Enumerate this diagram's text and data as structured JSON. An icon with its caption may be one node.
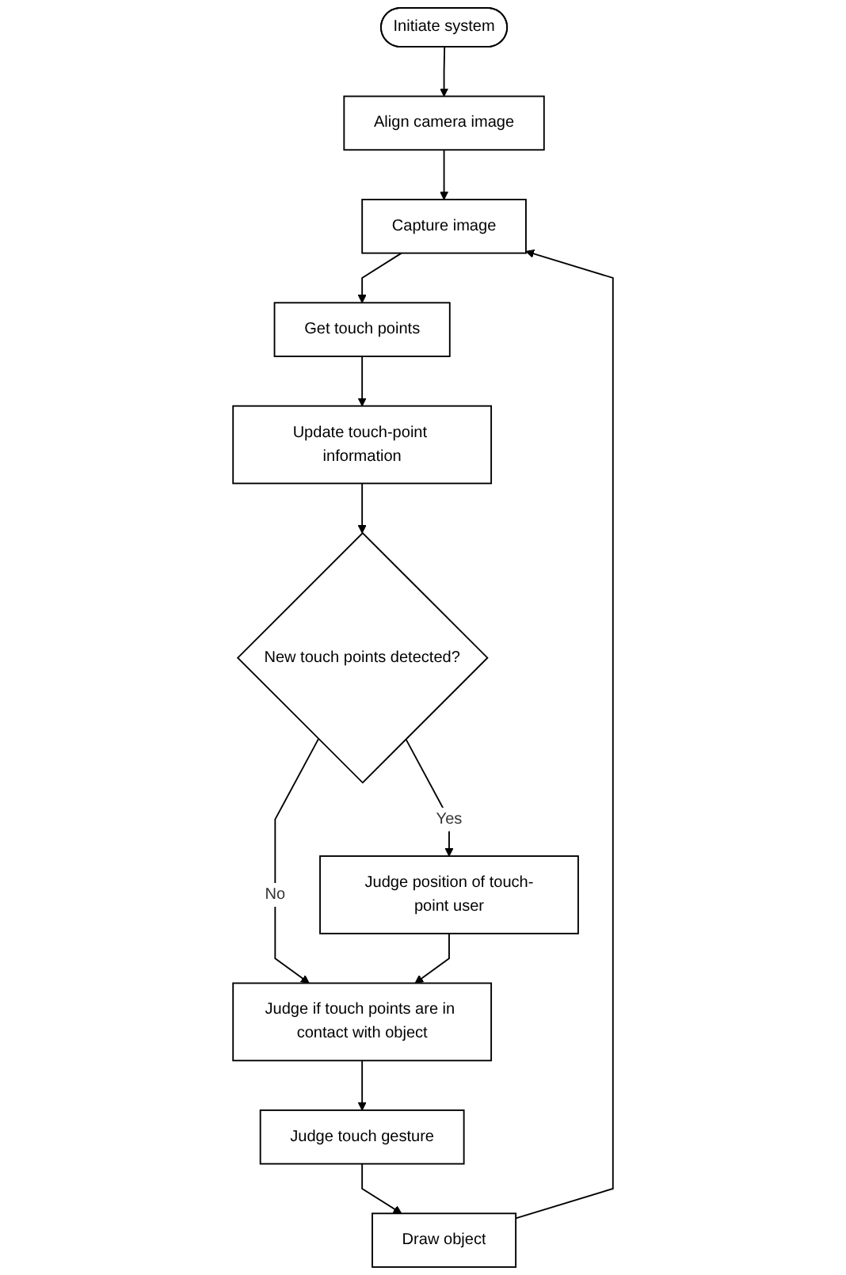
{
  "diagram": {
    "nodes": [
      {
        "text": [
          "Initiate system"
        ]
      },
      {
        "text": [
          "Align camera image"
        ]
      },
      {
        "text": [
          "Capture image"
        ]
      },
      {
        "text": [
          "Get touch points"
        ]
      },
      {
        "text": [
          "Update touch-point information"
        ]
      },
      {
        "text": [
          "New touch points detected?"
        ]
      },
      {
        "text": [
          "Judge position of touch-point user"
        ]
      },
      {
        "text": [
          "Judge if touch points are in contact with object"
        ]
      },
      {
        "text": [
          "Judge touch gesture"
        ]
      },
      {
        "text": [
          "Draw object"
        ]
      }
    ],
    "edges": [
      {
        "from": 0,
        "to": 1,
        "arrow": "to"
      },
      {
        "from": 1,
        "to": 2,
        "arrow": "to"
      },
      {
        "from": 2,
        "to": 3,
        "arrow": "to"
      },
      {
        "from": 3,
        "to": 4,
        "arrow": "to"
      },
      {
        "from": 4,
        "to": 5,
        "arrow": "to"
      },
      {
        "from": 5,
        "to": 6,
        "arrow": "to",
        "label": "Yes"
      },
      {
        "from": 5,
        "to": 7,
        "arrow": "to",
        "label": "No"
      },
      {
        "from": 6,
        "to": 7,
        "arrow": "to"
      },
      {
        "from": 7,
        "to": 8,
        "arrow": "to"
      },
      {
        "from": 8,
        "to": 9,
        "arrow": "to"
      },
      {
        "from": 9,
        "to": 2,
        "arrow": "to"
      }
    ]
  }
}
